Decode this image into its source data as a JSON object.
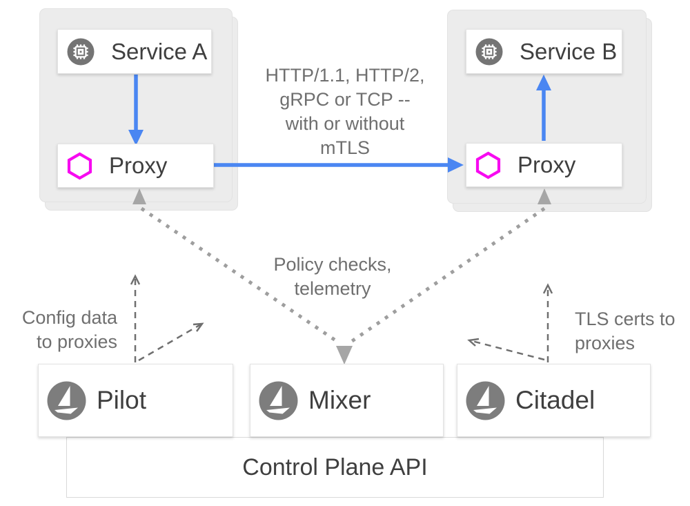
{
  "pods": {
    "a": {
      "service": "Service A",
      "proxy": "Proxy"
    },
    "b": {
      "service": "Service B",
      "proxy": "Proxy"
    }
  },
  "edge_labels": {
    "traffic": [
      "HTTP/1.1, HTTP/2,",
      "gRPC or TCP --",
      "with or without",
      "mTLS"
    ],
    "policy": [
      "Policy checks,",
      "telemetry"
    ],
    "config": [
      "Config data",
      "to proxies"
    ],
    "tls": [
      "TLS certs to",
      "proxies"
    ]
  },
  "control_plane": {
    "components": [
      {
        "label": "Pilot"
      },
      {
        "label": "Mixer"
      },
      {
        "label": "Citadel"
      }
    ],
    "api": "Control Plane API"
  },
  "icons": {
    "service": "chip-icon",
    "proxy": "hexagon-icon",
    "component": "istio-sail-icon"
  },
  "colors": {
    "arrow_blue": "#4a86f2",
    "proxy_magenta": "#f70af0",
    "service_icon_gray": "#747474",
    "component_icon_gray": "#7d7d7d",
    "dotted_gray": "#9e9e9e",
    "dashed_gray": "#6f6f6f",
    "text_dark": "#3f3f3f",
    "text_gray": "#6f6f6f",
    "pod_gray": "#ececec"
  }
}
